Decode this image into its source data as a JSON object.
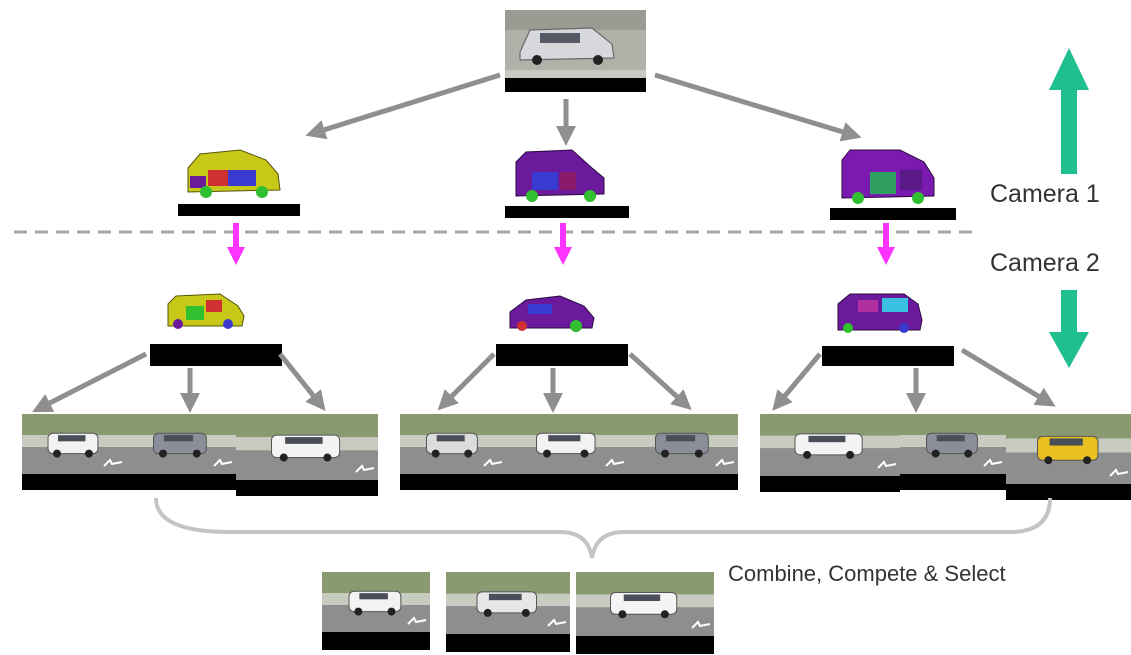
{
  "labels": {
    "camera1": "Camera 1",
    "camera2": "Camera 2",
    "combine": "Combine, Compete & Select"
  },
  "colors": {
    "gray_arrow": "#8f8f8f",
    "magenta_arrow": "#ff33ff",
    "teal_arrow": "#1fbf8f",
    "dashed_line": "#a8a8a8",
    "label_bar": "#000000",
    "model_yellow": "#c8c818",
    "model_purple": "#6a1a9a",
    "model_blue": "#3a3ad0",
    "model_green": "#30c030",
    "photo_sky": "#c8ccc0",
    "photo_grass": "#8a9a70",
    "photo_road": "#8e8e8e"
  },
  "icons": {
    "up": "teal-up-arrow-icon",
    "down": "teal-down-arrow-icon"
  }
}
